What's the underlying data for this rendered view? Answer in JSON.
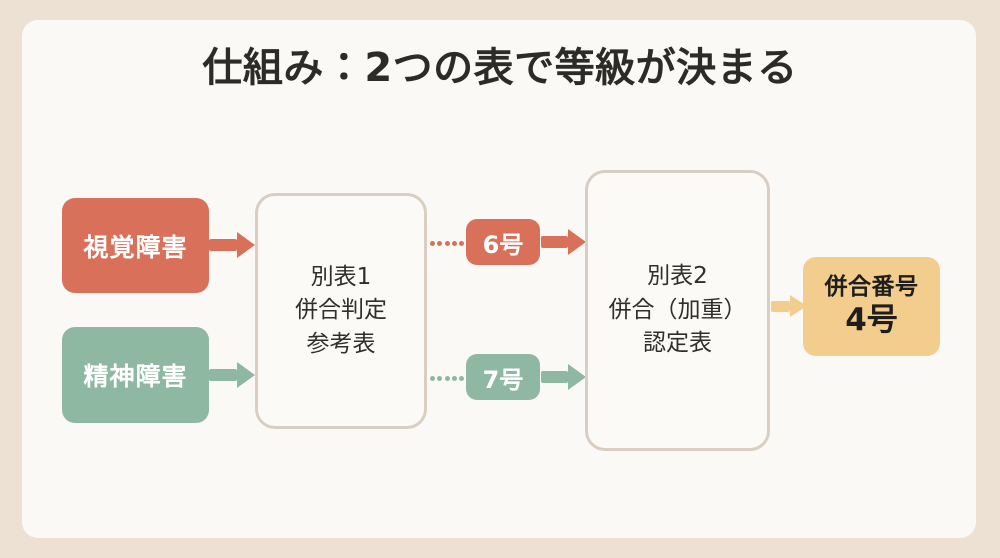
{
  "title": "仕組み：2つの表で等級が決まる",
  "colors": {
    "page_background": "#ece1d3",
    "card_background": "#fbf9f5",
    "vision": "#d9705a",
    "mental": "#8fb8a3",
    "result": "#f2cd8e",
    "table_border": "#d8cfc2",
    "title_text": "#2c2b28"
  },
  "sources": [
    {
      "id": "vision",
      "label": "視覚障害",
      "color": "#d9705a"
    },
    {
      "id": "mental",
      "label": "精神障害",
      "color": "#8fb8a3"
    }
  ],
  "tables": [
    {
      "id": "table1",
      "line1": "別表1",
      "line2": "併合判定",
      "line3": "参考表"
    },
    {
      "id": "table2",
      "line1": "別表2",
      "line2": "併合（加重）",
      "line3": "認定表"
    }
  ],
  "badges": [
    {
      "id": "badge-6",
      "label": "6号",
      "color": "#d9705a"
    },
    {
      "id": "badge-7",
      "label": "7号",
      "color": "#8fb8a3"
    }
  ],
  "result": {
    "label": "併合番号",
    "value": "4号",
    "color": "#f2cd8e"
  },
  "flow": {
    "arrows": [
      {
        "id": "arrow-vision",
        "from": "視覚障害",
        "to": "別表1",
        "color": "#d9705a"
      },
      {
        "id": "arrow-mental",
        "from": "精神障害",
        "to": "別表1",
        "color": "#8fb8a3"
      },
      {
        "id": "arrow-badge6",
        "from": "6号",
        "to": "別表2",
        "color": "#d9705a"
      },
      {
        "id": "arrow-badge7",
        "from": "7号",
        "to": "別表2",
        "color": "#8fb8a3"
      },
      {
        "id": "arrow-result",
        "from": "別表2",
        "to": "併合番号 4号",
        "color": "#f2cd8e"
      }
    ],
    "dotted": [
      {
        "id": "dots-6",
        "from": "別表1",
        "to": "6号",
        "color": "#d9705a",
        "count": 5
      },
      {
        "id": "dots-7",
        "from": "別表1",
        "to": "7号",
        "color": "#8fb8a3",
        "count": 5
      }
    ]
  }
}
